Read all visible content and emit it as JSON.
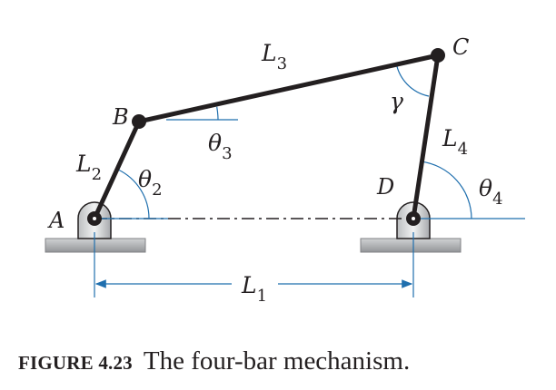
{
  "diagram": {
    "joints": {
      "A": "A",
      "B": "B",
      "C": "C",
      "D": "D"
    },
    "links": {
      "L1": {
        "letter": "L",
        "subscript": "1"
      },
      "L2": {
        "letter": "L",
        "subscript": "2"
      },
      "L3": {
        "letter": "L",
        "subscript": "3"
      },
      "L4": {
        "letter": "L",
        "subscript": "4"
      }
    },
    "angles": {
      "theta2": {
        "letter": "θ",
        "subscript": "2"
      },
      "theta3": {
        "letter": "θ",
        "subscript": "3"
      },
      "theta4": {
        "letter": "θ",
        "subscript": "4"
      },
      "gamma": "γ"
    },
    "colors": {
      "link": "#231f20",
      "dimension": "#1f6fae",
      "ground": "#a7a9ac"
    }
  },
  "caption": {
    "number": "FIGURE 4.23",
    "text": "The four-bar mechanism."
  }
}
